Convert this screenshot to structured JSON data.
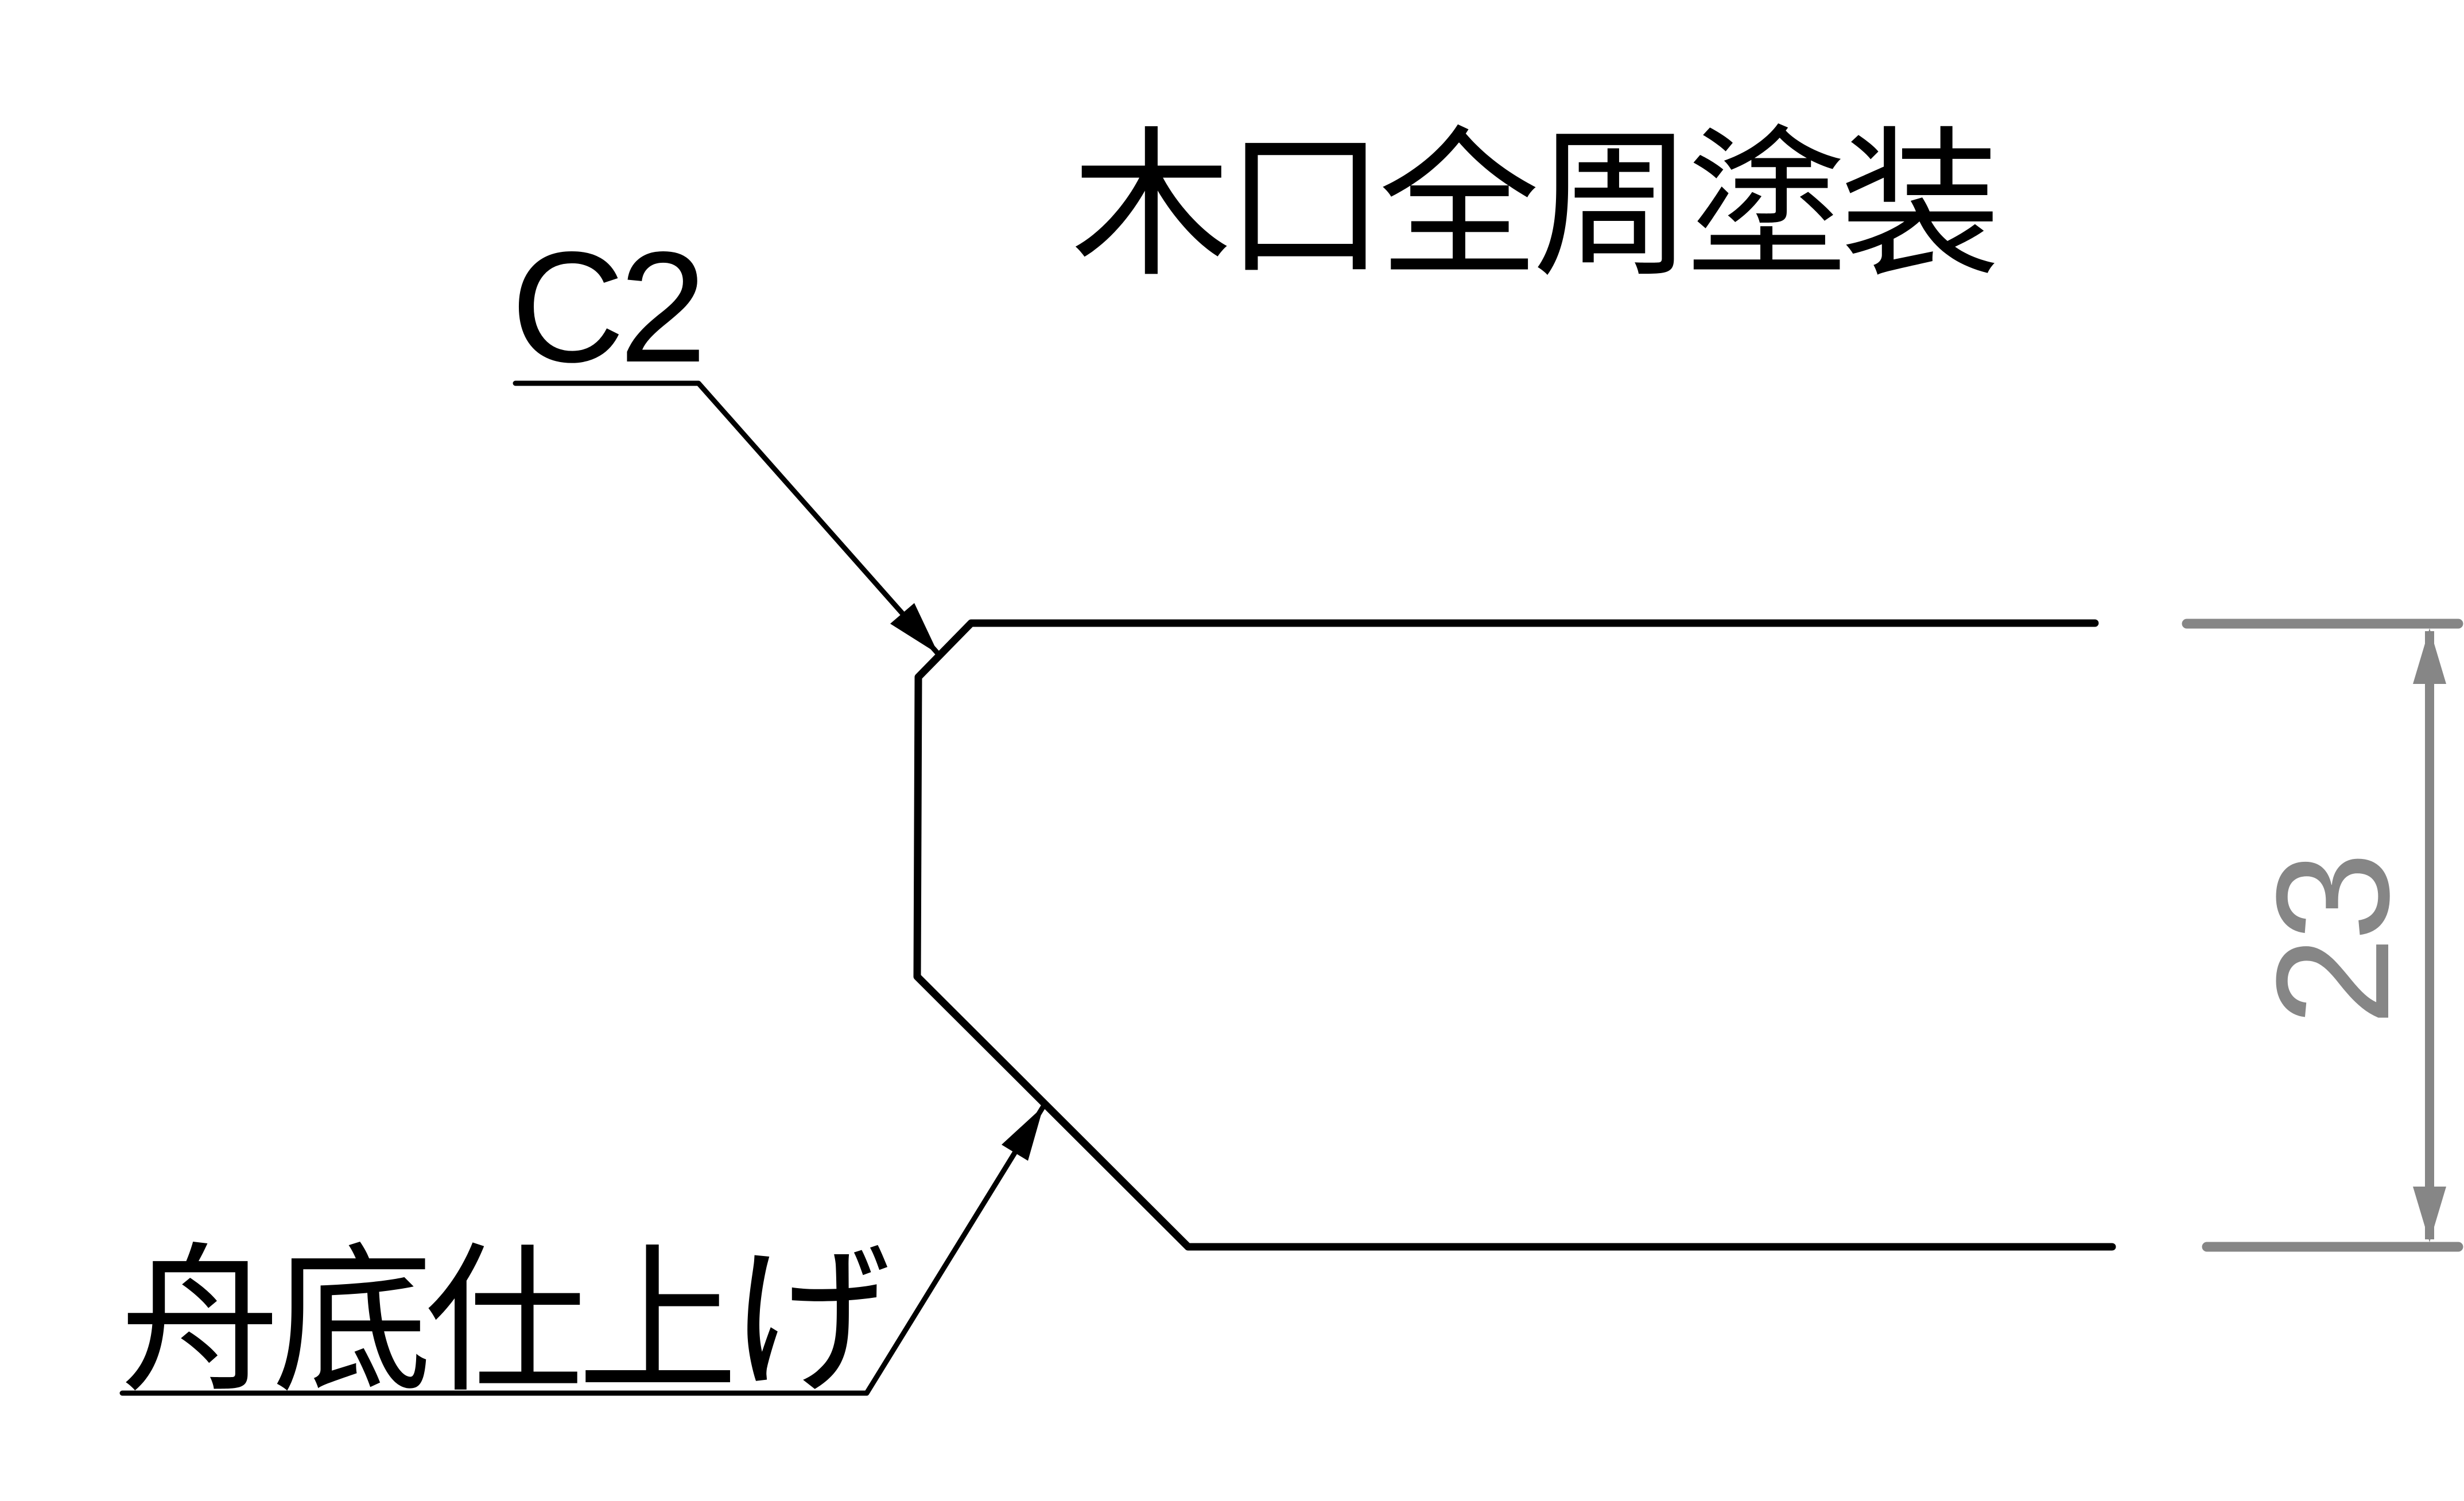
{
  "title": {
    "text": "木口全周塗装"
  },
  "chamfer_label": {
    "text": "C2"
  },
  "finish_label": {
    "text": "舟底仕上げ"
  },
  "dimension": {
    "value": "23"
  },
  "colors": {
    "outline": "#000000",
    "dimension_gray": "#868686",
    "background": "#ffffff"
  }
}
